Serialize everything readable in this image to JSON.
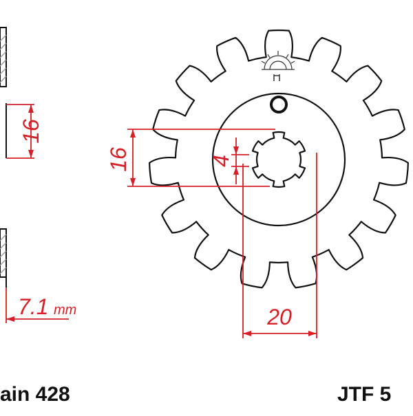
{
  "colors": {
    "outline": "#111111",
    "dimension": "#d61f26",
    "hatch": "#9a9a9a",
    "background": "#ffffff"
  },
  "sprocket": {
    "teeth": 15
  },
  "dimensions": {
    "side_width": "16",
    "bore_height": "16",
    "spline_width": "4",
    "bore_diameter": "20",
    "thickness_value": "7.1",
    "thickness_unit": "mm"
  },
  "footer": {
    "chain_label": "ain 428",
    "part_number": "JTF 5"
  },
  "logo_icon": "jt-sun-logo-icon"
}
